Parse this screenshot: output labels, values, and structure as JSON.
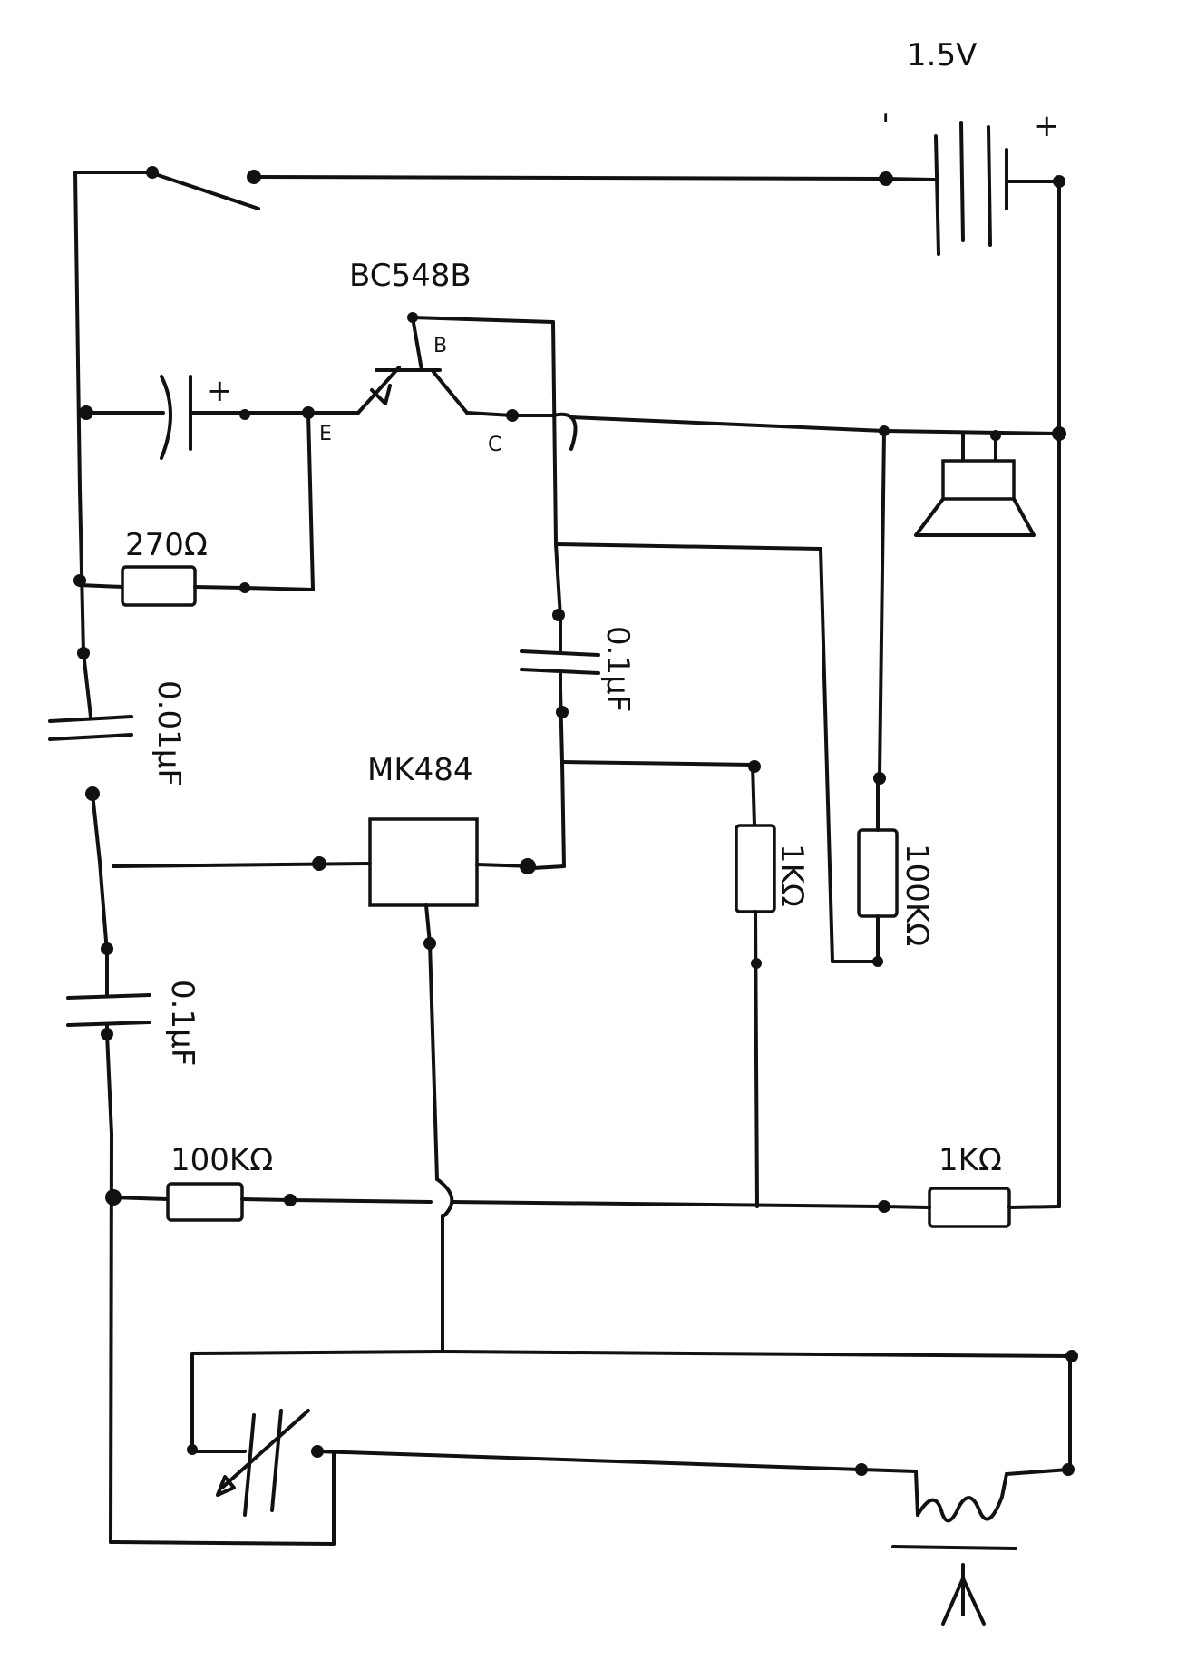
{
  "labels": {
    "supply": "1.5V",
    "battery_minus": "'",
    "battery_plus": "+",
    "cap_plus": "+",
    "transistor": "BC548B",
    "base": "B",
    "emitter": "E",
    "collector": "C",
    "r_emitter": "270Ω",
    "c_left_top": "0.01µF",
    "c_right": "0.1µF",
    "ic": "MK484",
    "r_1k_mid": "1KΩ",
    "r_100k_right": "100KΩ",
    "c_left_bottom": "0.1µF",
    "r_100k_bottom": "100KΩ",
    "r_1k_bottom": "1KΩ"
  }
}
